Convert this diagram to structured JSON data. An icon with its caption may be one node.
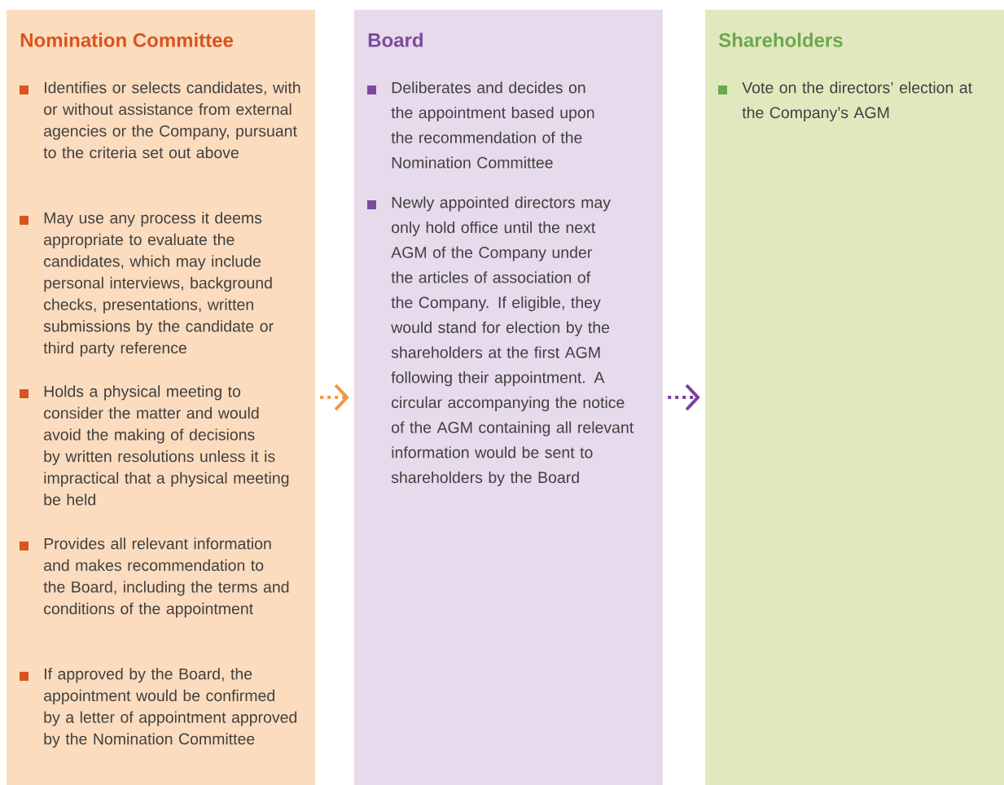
{
  "diagram": {
    "nodes": [
      {
        "text": [
          "Nomination Committee",
          "Identifies or selects candidates, with or without assistance from external agencies or the Company, pursuant to the criteria set out above",
          "May use any process it deems appropriate to evaluate the candidates, which may include personal interviews, background checks, presentations, written submissions by the candidate or third party reference",
          "Holds a physical meeting to consider the matter and would avoid the making of decisions by written resolutions unless it is impractical that a physical meeting be held",
          "Provides all relevant information and makes recommendation to the Board, including the terms and conditions of the appointment",
          "If approved by the Board, the appointment would be confirmed by a letter of appointment approved by the Nomination Committee"
        ]
      },
      {
        "text": [
          "Board",
          "Deliberates and decides on the appointment based upon the recommendation of the Nomination Committee",
          "Newly appointed directors may only hold office until the next AGM of the Company under the articles of association of the Company. If eligible, they would stand for election by the shareholders at the first AGM following their appointment. A circular accompanying the notice of the AGM containing all relevant information would be sent to shareholders by the Board"
        ]
      },
      {
        "text": [
          "Shareholders",
          "Vote on the directors’ election at the Company’s AGM"
        ]
      }
    ],
    "edges": [
      {
        "from": 0,
        "to": 1,
        "arrow": "to",
        "color": "#f0964a"
      },
      {
        "from": 1,
        "to": 2,
        "arrow": "to",
        "color": "#7b3f98"
      }
    ]
  }
}
